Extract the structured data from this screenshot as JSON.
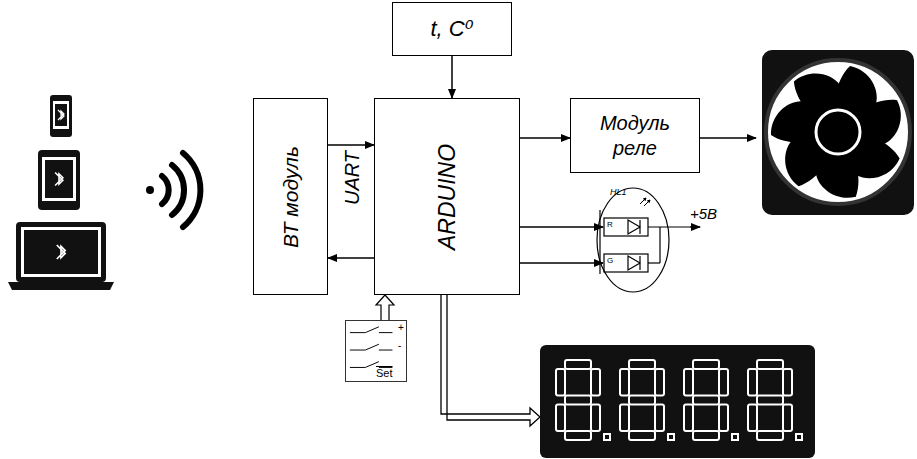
{
  "diagram": {
    "nodes": [
      {
        "text": [
          "t, C⁰"
        ]
      },
      {
        "text": [
          "ВТ модуль"
        ]
      },
      {
        "text": [
          "ARDUINO"
        ]
      },
      {
        "text": [
          "Модуль реле"
        ]
      },
      {
        "text": [
          "+",
          "-",
          "Set"
        ]
      }
    ],
    "edges": [
      {
        "from": 1,
        "to": 2,
        "arrow": "to"
      },
      {
        "from": 2,
        "to": 1,
        "arrow": "to"
      },
      {
        "from": 0,
        "to": 2,
        "arrow": "to"
      },
      {
        "from": 2,
        "to": 3,
        "arrow": "to"
      },
      {
        "from": 4,
        "to": 2,
        "arrow": "to"
      }
    ],
    "labels": [
      "UART",
      "HL1",
      "R",
      "G",
      "+5B"
    ]
  }
}
